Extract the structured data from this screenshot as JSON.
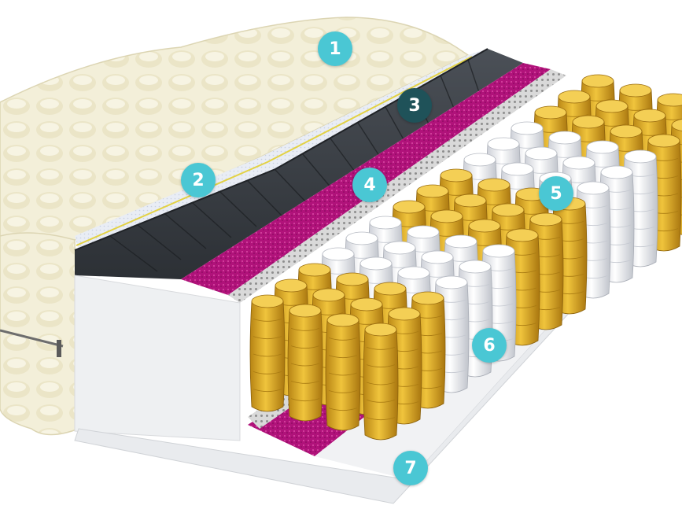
{
  "colors": {
    "badge_default": "#4ac7d4",
    "badge_dark": "#1f5259",
    "foam_top": "#f1edd6",
    "foam_dark": "#e2dcbd",
    "memory_layer": "#3a3f45",
    "pink_felt": "#b3127a",
    "pocket_yellow": "#e3b32a",
    "pocket_white": "#eef0f4",
    "side_wall": "#f4f5f6",
    "mesh": "#d7d7d7"
  },
  "labels": [
    {
      "id": "1",
      "text": "1",
      "variant": "default"
    },
    {
      "id": "2",
      "text": "2",
      "variant": "default"
    },
    {
      "id": "3",
      "text": "3",
      "variant": "dark"
    },
    {
      "id": "4",
      "text": "4",
      "variant": "default"
    },
    {
      "id": "5",
      "text": "5",
      "variant": "default"
    },
    {
      "id": "6",
      "text": "6",
      "variant": "default"
    },
    {
      "id": "7",
      "text": "7",
      "variant": "default"
    }
  ]
}
